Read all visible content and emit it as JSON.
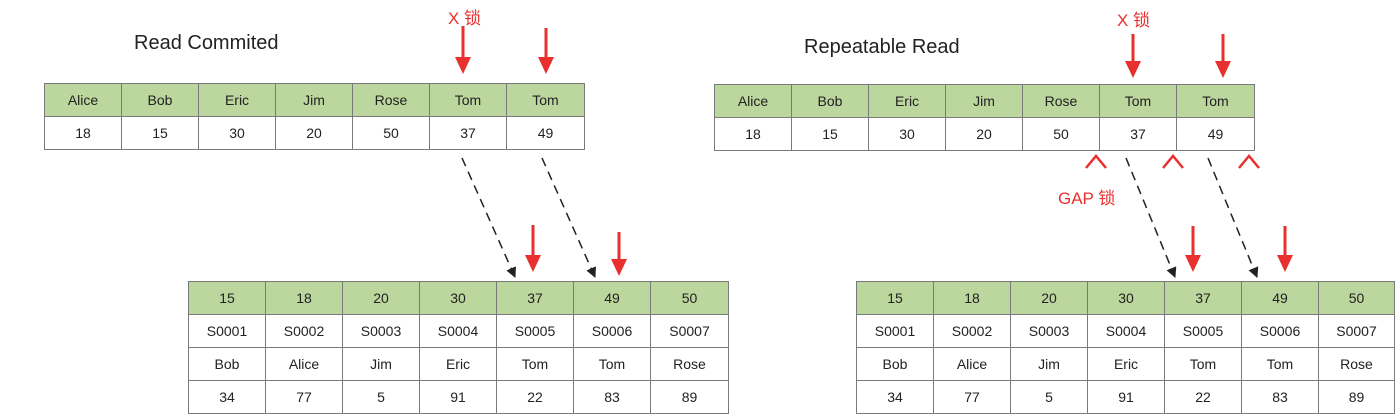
{
  "colors": {
    "header_fill": "#bcd79d",
    "lock_red": "#e8312f",
    "border": "#7a7a7a",
    "pointer": "#222222"
  },
  "left": {
    "title": "Read Commited",
    "x_lock_label": "X 锁",
    "index": {
      "names": [
        "Alice",
        "Bob",
        "Eric",
        "Jim",
        "Rose",
        "Tom",
        "Tom"
      ],
      "ages": [
        "18",
        "15",
        "30",
        "20",
        "50",
        "37",
        "49"
      ]
    },
    "clustered": {
      "keys": [
        "15",
        "18",
        "20",
        "30",
        "37",
        "49",
        "50"
      ],
      "ids": [
        "S0001",
        "S0002",
        "S0003",
        "S0004",
        "S0005",
        "S0006",
        "S0007"
      ],
      "names": [
        "Bob",
        "Alice",
        "Jim",
        "Eric",
        "Tom",
        "Tom",
        "Rose"
      ],
      "scores": [
        "34",
        "77",
        "5",
        "91",
        "22",
        "83",
        "89"
      ]
    }
  },
  "right": {
    "title": "Repeatable Read",
    "x_lock_label": "X 锁",
    "gap_lock_label": "GAP 锁",
    "index": {
      "names": [
        "Alice",
        "Bob",
        "Eric",
        "Jim",
        "Rose",
        "Tom",
        "Tom"
      ],
      "ages": [
        "18",
        "15",
        "30",
        "20",
        "50",
        "37",
        "49"
      ]
    },
    "clustered": {
      "keys": [
        "15",
        "18",
        "20",
        "30",
        "37",
        "49",
        "50"
      ],
      "ids": [
        "S0001",
        "S0002",
        "S0003",
        "S0004",
        "S0005",
        "S0006",
        "S0007"
      ],
      "names": [
        "Bob",
        "Alice",
        "Jim",
        "Eric",
        "Tom",
        "Tom",
        "Rose"
      ],
      "scores": [
        "34",
        "77",
        "5",
        "91",
        "22",
        "83",
        "89"
      ]
    }
  }
}
